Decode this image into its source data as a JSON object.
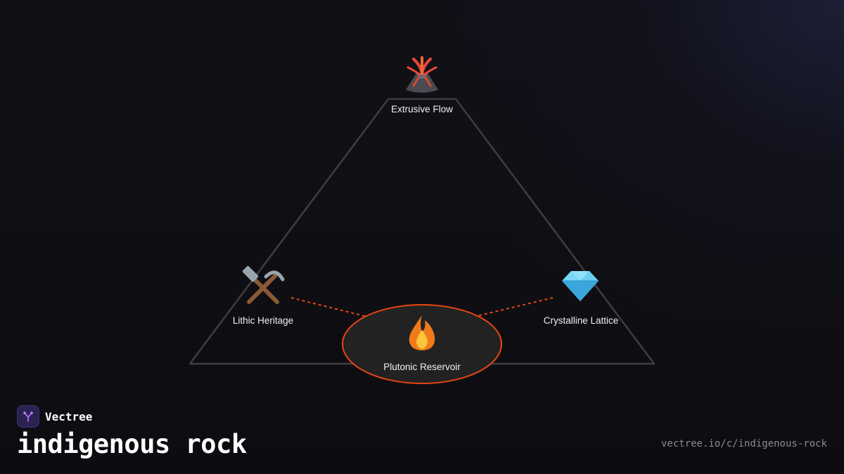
{
  "brand": {
    "name": "Vectree"
  },
  "title": "indigenous rock",
  "url": "vectree.io/c/indigenous-rock",
  "colors": {
    "triangle_stroke": "#3e3e42",
    "highlight": "#e8470f",
    "ellipse_fill": "#222222",
    "label_text": "#f2f2f2"
  },
  "nodes": {
    "top": {
      "label": "Extrusive Flow",
      "icon": "volcano-icon",
      "glyph": "🌋"
    },
    "left": {
      "label": "Lithic Heritage",
      "icon": "hammer-pick-icon",
      "glyph": "⚒️"
    },
    "right": {
      "label": "Crystalline Lattice",
      "icon": "gem-icon",
      "glyph": "💎"
    },
    "center": {
      "label": "Plutonic Reservoir",
      "icon": "fire-icon",
      "glyph": "🔥",
      "highlighted": true
    }
  }
}
